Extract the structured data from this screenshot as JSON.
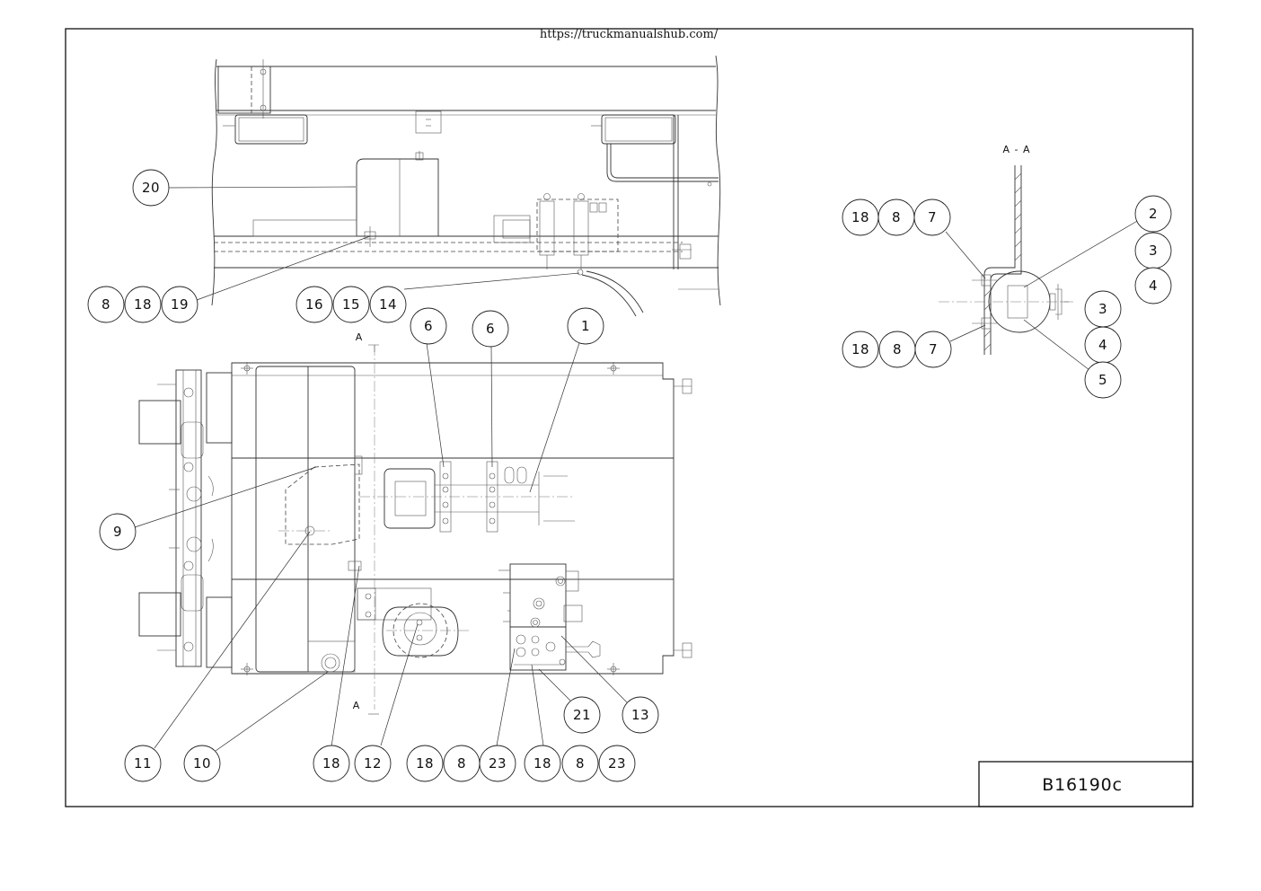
{
  "header": {
    "url": "https://truckmanualshub.com/"
  },
  "title_block": {
    "drawing_number": "B16190c"
  },
  "section_labels": {
    "section_view": "A - A",
    "cut_top": "A",
    "cut_bottom": "A"
  },
  "balloons": [
    "20",
    "8",
    "18",
    "19",
    "16",
    "15",
    "14",
    "6",
    "6",
    "1",
    "9",
    "11",
    "10",
    "18",
    "12",
    "18",
    "8",
    "23",
    "18",
    "8",
    "23",
    "21",
    "13",
    "18",
    "8",
    "7",
    "2",
    "3",
    "4",
    "18",
    "8",
    "7",
    "3",
    "4",
    "5"
  ]
}
